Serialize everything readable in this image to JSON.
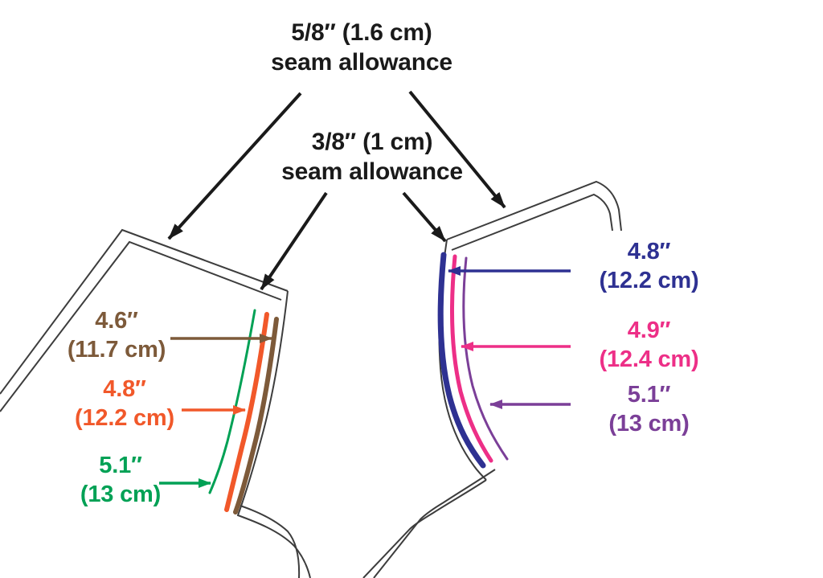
{
  "colors": {
    "black": "#1a1a1a",
    "outline": "#3d3d3d",
    "brown": "#7d5a3a",
    "orange": "#f1582a",
    "green": "#00a155",
    "blue": "#2e3192",
    "pink": "#ed2f87",
    "purple": "#7b3f98"
  },
  "annotations": {
    "seam_58": {
      "line1": "5/8″ (1.6 cm)",
      "line2": "seam allowance"
    },
    "seam_38": {
      "line1": "3/8″ (1 cm)",
      "line2": "seam allowance"
    }
  },
  "left_piece": {
    "measurements": [
      {
        "id": "brown",
        "inches": "4.6″",
        "metric": "(11.7 cm)"
      },
      {
        "id": "orange",
        "inches": "4.8″",
        "metric": "(12.2 cm)"
      },
      {
        "id": "green",
        "inches": "5.1″",
        "metric": "(13 cm)"
      }
    ]
  },
  "right_piece": {
    "measurements": [
      {
        "id": "blue",
        "inches": "4.8″",
        "metric": "(12.2 cm)"
      },
      {
        "id": "pink",
        "inches": "4.9″",
        "metric": "(12.4 cm)"
      },
      {
        "id": "purple",
        "inches": "5.1″",
        "metric": "(13 cm)"
      }
    ]
  }
}
